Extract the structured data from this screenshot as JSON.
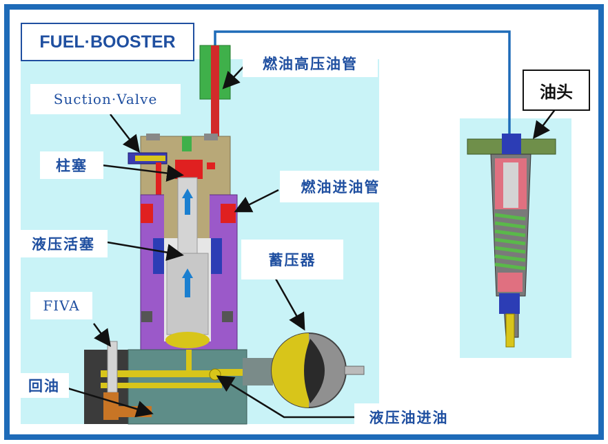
{
  "title": "FUEL·BOOSTER",
  "labels": {
    "suction_valve": "Suction·Valve",
    "plunger": "柱塞",
    "hydraulic_piston": "液压活塞",
    "fiva": "FIVA",
    "return_oil": "回油",
    "hp_fuel_pipe": "燃油高压油管",
    "fuel_inlet_pipe": "燃油进油管",
    "accumulator": "蓄压器",
    "hydraulic_oil_inlet": "液压油进油",
    "injector": "油头"
  },
  "colors": {
    "frame": "#1e6bb8",
    "label_text": "#1f4fa0",
    "panel": "#c9f3f7",
    "upper_body": "#b8a878",
    "mid_body": "#9b59c9",
    "hydraulic_block": "#5e8d88",
    "plunger": "#d4d4d4",
    "piston": "#c8c8c8",
    "yellow": "#d8c51a",
    "fuel_red": "#e02020",
    "spring": "#5ab84a",
    "arrow": "#1a7fd0"
  }
}
